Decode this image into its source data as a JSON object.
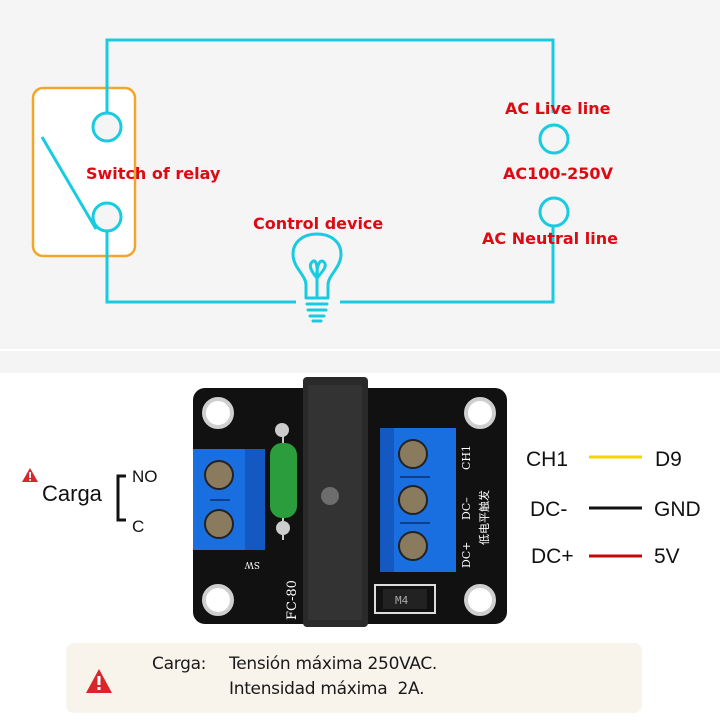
{
  "diagram": {
    "labels": {
      "switch_of_relay": "Switch of relay",
      "control_device": "Control device",
      "ac_live_line": "AC Live line",
      "ac_voltage": "AC100-250V",
      "ac_neutral_line": "AC Neutral line"
    },
    "colors": {
      "wire": "#19cbe0",
      "relay_box": "#f4a62a",
      "label_red": "#dd0a14",
      "background": "#f5f5f5"
    }
  },
  "module": {
    "board_silk": {
      "fc80": "FC-80",
      "sw": "SW",
      "ch1": "CH1",
      "dc_minus": "DC–",
      "dc_plus": "DC+",
      "trigger_text": "低电平触发",
      "m4": "M4"
    },
    "load": {
      "label": "Carga",
      "terminal_no": "NO",
      "terminal_c": "C",
      "icon": "warning-icon"
    },
    "pins": [
      {
        "module_pin": "CH1",
        "board_pin": "D9",
        "wire_color": "#f2d600"
      },
      {
        "module_pin": "DC-",
        "board_pin": "GND",
        "wire_color": "#111111"
      },
      {
        "module_pin": "DC+",
        "board_pin": "5V",
        "wire_color": "#c00a0a"
      }
    ]
  },
  "warning": {
    "icon": "warning-icon",
    "prefix": "Carga:",
    "line1": "Tensión máxima 250VAC.",
    "line2": "Intensidad máxima  2A."
  }
}
